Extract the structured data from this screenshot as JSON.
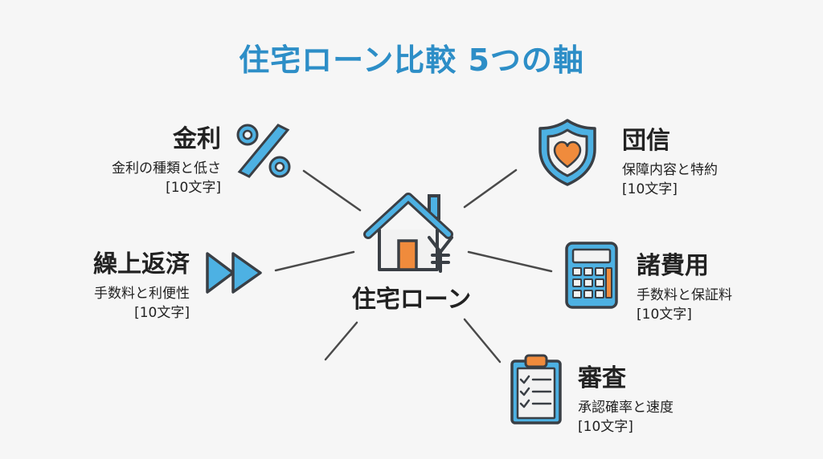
{
  "title": "住宅ローン比較 5つの軸",
  "hub": {
    "label": "住宅ローン",
    "icon": "house-yen-icon"
  },
  "axes": [
    {
      "head": "金利",
      "desc": "金利の種類と低さ",
      "note": "[10文字]",
      "icon": "percent-icon"
    },
    {
      "head": "繰上返済",
      "desc": "手数料と利便性",
      "note": "[10文字]",
      "icon": "fast-forward-icon"
    },
    {
      "head": "団信",
      "desc": "保障内容と特約",
      "note": "[10文字]",
      "icon": "shield-heart-icon"
    },
    {
      "head": "諸費用",
      "desc": "手数料と保証料",
      "note": "[10文字]",
      "icon": "calculator-icon"
    },
    {
      "head": "審査",
      "desc": "承認確率と速度",
      "note": "[10文字]",
      "icon": "clipboard-checklist-icon"
    }
  ],
  "colors": {
    "title": "#2d8ec7",
    "icon_blue": "#4db1e3",
    "icon_orange": "#f08b3c",
    "outline": "#3a3f45"
  }
}
